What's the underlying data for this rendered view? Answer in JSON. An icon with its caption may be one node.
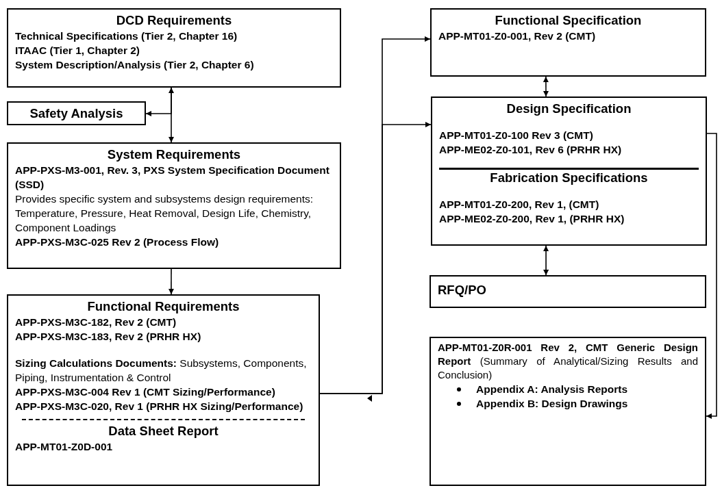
{
  "diagram": {
    "nodes": [
      {
        "text": [
          "DCD Requirements",
          "Technical Specifications (Tier 2, Chapter 16)",
          "ITAAC (Tier 1, Chapter 2)",
          "System Description/Analysis (Tier 2, Chapter 6)"
        ]
      },
      {
        "text": [
          "Safety Analysis"
        ]
      },
      {
        "text": [
          "System Requirements",
          "APP-PXS-M3-001, Rev. 3, PXS System Specification Document (SSD)",
          "Provides specific system and subsystems design requirements: Temperature, Pressure, Heat Removal, Design Life, Chemistry, Component Loadings",
          "APP-PXS-M3C-025 Rev 2 (Process Flow)"
        ]
      },
      {
        "text": [
          "Functional Requirements",
          "APP-PXS-M3C-182, Rev 2 (CMT)",
          "APP-PXS-M3C-183, Rev 2 (PRHR HX)",
          "**Sizing Calculations Documents:** Subsystems, Components, Piping, Instrumentation & Control",
          "APP-PXS-M3C-004 Rev 1 (CMT Sizing/Performance)",
          "APP-PXS-M3C-020, Rev 1 (PRHR HX Sizing/Performance)",
          "Data Sheet Report",
          "APP-MT01-Z0D-001"
        ]
      },
      {
        "text": [
          "Functional Specification",
          "APP-MT01-Z0-001, Rev 2 (CMT)"
        ]
      },
      {
        "text": [
          "Design Specification",
          "APP-MT01-Z0-100 Rev 3 (CMT)",
          "APP-ME02-Z0-101, Rev 6 (PRHR HX)",
          "Fabrication Specifications",
          "APP-MT01-Z0-200, Rev 1, (CMT)",
          "APP-ME02-Z0-200, Rev 1, (PRHR HX)"
        ]
      },
      {
        "text": [
          "RFQ/PO"
        ]
      },
      {
        "text": [
          "**APP-MT01-Z0R-001 Rev 2, CMT Generic Design Report** (Summary of Analytical/Sizing Results and Conclusion)",
          "Appendix A: Analysis Reports",
          "Appendix B: Design Drawings"
        ]
      }
    ],
    "edges": [
      {
        "from": 0,
        "to": 2,
        "arrow": "both"
      },
      {
        "from": 0,
        "to": 1,
        "arrow": "to"
      },
      {
        "from": 2,
        "to": 3,
        "arrow": "to"
      },
      {
        "from": 3,
        "to": 4,
        "arrow": "to"
      },
      {
        "from": 3,
        "to": 5,
        "arrow": "to"
      },
      {
        "from": 4,
        "to": 5,
        "arrow": "both"
      },
      {
        "from": 5,
        "to": 6,
        "arrow": "both"
      },
      {
        "from": 5,
        "to": 7,
        "arrow": "to"
      }
    ]
  }
}
